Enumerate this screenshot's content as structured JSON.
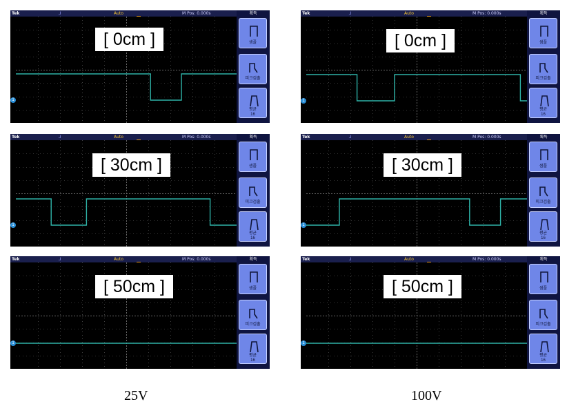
{
  "columns": [
    "25V",
    "100V"
  ],
  "scope_header": {
    "brand": "Tek",
    "trigger_mode": "Auto",
    "mpos": "M Pos: 0.000s"
  },
  "side_menu": {
    "title": "획득",
    "buttons": [
      {
        "label": "샘플",
        "sub": ""
      },
      {
        "label": "피크검출",
        "sub": ""
      },
      {
        "label": "평균",
        "sub": "16"
      }
    ]
  },
  "panels": [
    {
      "id": "25v-0cm",
      "label": "[ 0cm ]",
      "trace": [
        [
          0,
          1
        ],
        [
          0.61,
          1
        ],
        [
          0.61,
          0
        ],
        [
          0.75,
          0
        ],
        [
          0.75,
          1
        ],
        [
          1,
          1
        ]
      ]
    },
    {
      "id": "100v-0cm",
      "label": "[ 0cm ]",
      "trace": [
        [
          0,
          1
        ],
        [
          0.23,
          1
        ],
        [
          0.23,
          0
        ],
        [
          0.4,
          0
        ],
        [
          0.4,
          1
        ],
        [
          0.97,
          1
        ],
        [
          0.97,
          0
        ],
        [
          1,
          0
        ]
      ]
    },
    {
      "id": "25v-30cm",
      "label": "[ 30cm ]",
      "trace": [
        [
          0,
          1
        ],
        [
          0.16,
          1
        ],
        [
          0.16,
          0
        ],
        [
          0.32,
          0
        ],
        [
          0.32,
          1
        ],
        [
          0.88,
          1
        ],
        [
          0.88,
          0
        ],
        [
          1,
          0
        ]
      ]
    },
    {
      "id": "100v-30cm",
      "label": "[ 30cm ]",
      "trace": [
        [
          0,
          0
        ],
        [
          0.15,
          0
        ],
        [
          0.15,
          1
        ],
        [
          0.74,
          1
        ],
        [
          0.74,
          0
        ],
        [
          0.88,
          0
        ],
        [
          0.88,
          1
        ],
        [
          1,
          1
        ]
      ]
    },
    {
      "id": "25v-50cm",
      "label": "[ 50cm ]",
      "trace": [
        [
          0,
          0
        ],
        [
          1,
          0
        ]
      ]
    },
    {
      "id": "100v-50cm",
      "label": "[ 50cm ]",
      "trace": [
        [
          0,
          0
        ],
        [
          1,
          0
        ]
      ]
    }
  ],
  "colors": {
    "trace": "#2fb3a8",
    "grid": "#6a6a6a",
    "panel_bg": "#0f1440",
    "button": "#6f86e8"
  }
}
